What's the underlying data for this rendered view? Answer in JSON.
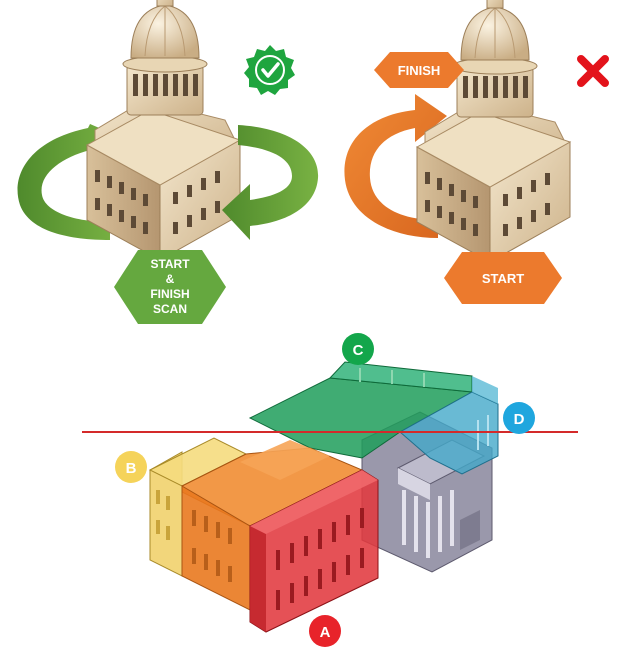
{
  "left_panel": {
    "label_lines": [
      "START",
      "&",
      "FINISH",
      "SCAN"
    ],
    "badge": "check-icon",
    "arrow_color": "#5e9a37",
    "badge_color": "#1fa53f"
  },
  "right_panel": {
    "finish_label": "FINISH",
    "start_label": "START",
    "badge": "cross-icon",
    "arrow_color": "#ec7a2d",
    "badge_color": "#e3131b"
  },
  "bottom": {
    "zones": [
      {
        "id": "A",
        "color": "#e8232a"
      },
      {
        "id": "B",
        "color": "#f5d35a"
      },
      {
        "id": "C",
        "color": "#13a64b"
      },
      {
        "id": "D",
        "color": "#1fa6de"
      }
    ],
    "cut_line_color": "#d42a2a"
  }
}
